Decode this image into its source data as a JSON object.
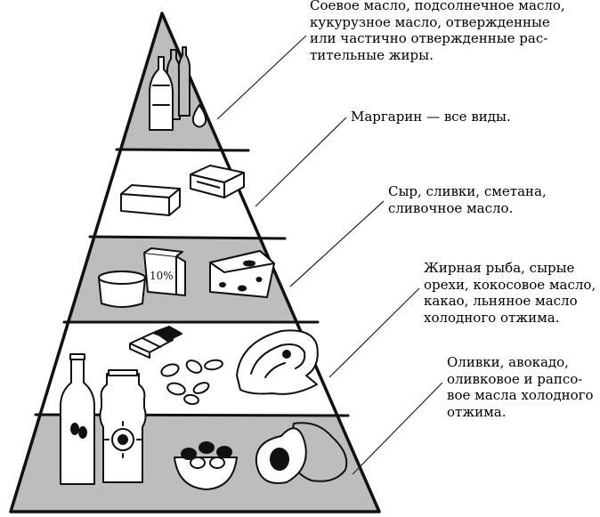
{
  "diagram": {
    "tiers": [
      {
        "id": "tier-1",
        "fill": "#bdbdbd",
        "foods": [
          "oil-bottles-icon",
          "oil-drop-icon"
        ]
      },
      {
        "id": "tier-2",
        "fill": "#ffffff",
        "foods": [
          "margarine-block-icon",
          "margarine-tub-icon"
        ]
      },
      {
        "id": "tier-3",
        "fill": "#bdbdbd",
        "foods": [
          "cream-cup-icon",
          "cream-carton-icon",
          "cheese-wedge-icon"
        ]
      },
      {
        "id": "tier-4",
        "fill": "#ffffff",
        "foods": [
          "cocoa-bar-icon",
          "nuts-icon",
          "fish-steak-icon"
        ]
      },
      {
        "id": "tier-5",
        "fill": "#bdbdbd",
        "foods": [
          "olive-oil-bottle-icon",
          "rapeseed-oil-bottle-icon",
          "olives-bowl-icon",
          "avocado-icon"
        ]
      }
    ],
    "labels": [
      {
        "text": "Соевое масло, подсолнечное масло,\nкукурузное масло, отвержденные\nили частично отвержденные рас-\nтительные жиры."
      },
      {
        "text": "Маргарин — все виды."
      },
      {
        "text": "Сыр, сливки, сметана,\nсливочное масло."
      },
      {
        "text": "Жирная рыба, сырые\nорехи, кокосовое масло,\nкакао, льняное масло\nхолодного отжима."
      },
      {
        "text": "Оливки, авокадо,\nоливковое и рапсо-\nвое масла холодного\nотжима."
      }
    ],
    "carton_text": "10%",
    "colors": {
      "shade": "#bdbdbd",
      "ink": "#111111",
      "paper": "#ffffff"
    }
  }
}
